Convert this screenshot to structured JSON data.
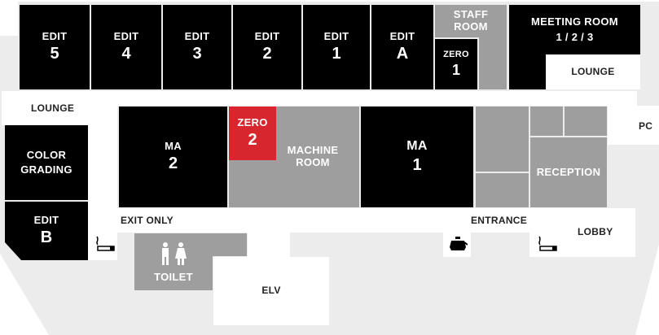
{
  "rooms": {
    "edit5": {
      "line1": "EDIT",
      "line2": "5"
    },
    "edit4": {
      "line1": "EDIT",
      "line2": "4"
    },
    "edit3": {
      "line1": "EDIT",
      "line2": "3"
    },
    "edit2": {
      "line1": "EDIT",
      "line2": "2"
    },
    "edit1": {
      "line1": "EDIT",
      "line2": "1"
    },
    "editA": {
      "line1": "EDIT",
      "line2": "A"
    },
    "staff": {
      "line1": "STAFF",
      "line2": "ROOM"
    },
    "zero1": {
      "line1": "ZERO",
      "line2": "1"
    },
    "meeting": {
      "line1": "MEETING ROOM",
      "line2": "1 / 2 / 3"
    },
    "ma2": {
      "line1": "MA",
      "line2": "2"
    },
    "zero2": {
      "line1": "ZERO",
      "line2": "2"
    },
    "machine": {
      "line1": "MACHINE",
      "line2": "ROOM"
    },
    "ma1": {
      "line1": "MA",
      "line2": "1"
    },
    "reception": {
      "line1": "RECEPTION"
    },
    "color": {
      "line1": "COLOR",
      "line2": "GRADING"
    },
    "editB": {
      "line1": "EDIT",
      "line2": "B"
    },
    "toilet": {
      "line1": "TOILET"
    },
    "elv": {
      "line1": "ELV"
    }
  },
  "labels": {
    "lounge_left": "LOUNGE",
    "lounge_right": "LOUNGE",
    "pc": "PC",
    "exit_only": "EXIT ONLY",
    "entrance": "ENTRANCE",
    "lobby": "LOBBY"
  },
  "icons": {
    "smoking_left": "smoking-icon",
    "smoking_right": "smoking-icon",
    "restroom": "restroom-icon",
    "coffee": "coffee-pot-icon"
  },
  "colors": {
    "room_dark": "#000000",
    "room_grey": "#9e9e9e",
    "room_highlight": "#d7262e",
    "floor": "#ececec"
  }
}
